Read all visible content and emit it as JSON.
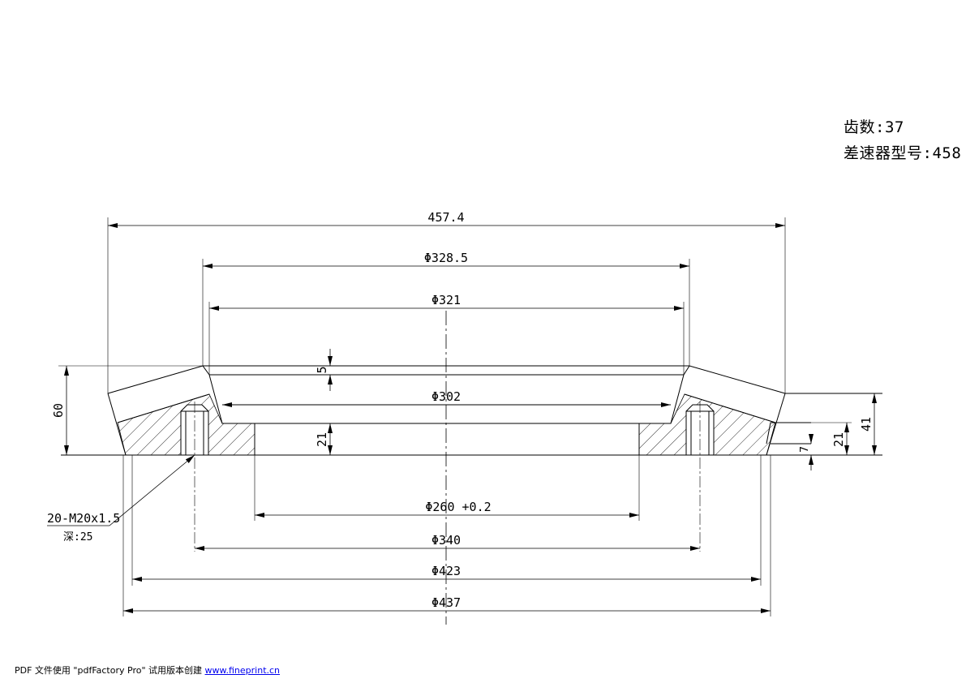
{
  "specs": {
    "teeth_label": "齿数:37",
    "model_label": "差速器型号:458"
  },
  "dimensions": {
    "outer_width": "457.4",
    "d_328": "Φ328.5",
    "d_321": "Φ321",
    "step": "5",
    "d_302": "Φ302",
    "height_60": "60",
    "depth_21_center": "21",
    "depth_21_right": "21",
    "height_41": "41",
    "small_7": "7",
    "d_260": "Φ260 +0.2",
    "d_340": "Φ340",
    "d_423": "Φ423",
    "d_437": "Φ437"
  },
  "callout": {
    "thread": "20-M20x1.5",
    "depth": "深:25"
  },
  "footer": {
    "text": "PDF 文件使用 \"pdfFactory Pro\" 试用版本创建",
    "link": "www.fineprint.cn"
  }
}
